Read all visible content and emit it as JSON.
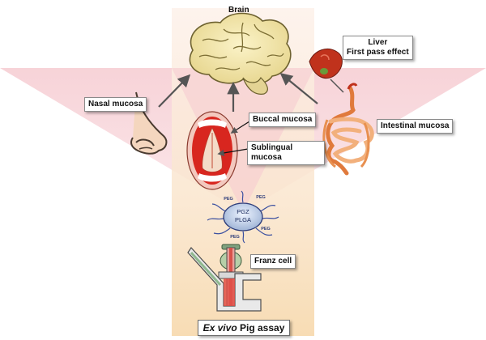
{
  "labels": {
    "brain": "Brain",
    "liver_line1": "Liver",
    "liver_line2": "First pass effect",
    "nasal": "Nasal mucosa",
    "buccal": "Buccal mucosa",
    "sublingual_line1": "Sublingual",
    "sublingual_line2": "mucosa",
    "intestinal": "Intestinal  mucosa",
    "franz": "Franz cell",
    "nano_pgz": "PGZ",
    "nano_plga": "PLGA",
    "peg": "PEG",
    "assay_italic": "Ex vivo",
    "assay_rest": " Pig assay"
  },
  "colors": {
    "fan_pink": "#f6cfd4",
    "column_peach": "#f9e3c6",
    "brain_fill": "#f0e4a6",
    "mouth_red": "#d8261f",
    "intestine_orange": "#f0a060",
    "liver_red": "#c0321c"
  }
}
